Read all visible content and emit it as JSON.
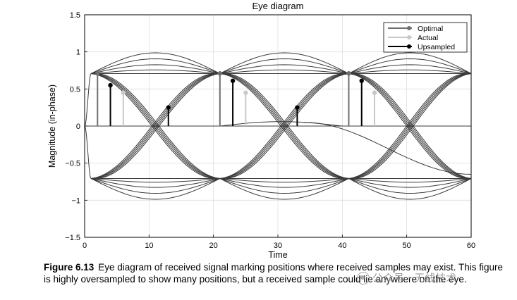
{
  "chart_data": {
    "type": "line",
    "title": "Eye diagram",
    "xlabel": "Time",
    "ylabel": "Magnitude (in-phase)",
    "xlim": [
      0,
      60
    ],
    "ylim": [
      -1.5,
      1.5
    ],
    "xticks": [
      0,
      10,
      20,
      30,
      40,
      50,
      60
    ],
    "yticks": [
      1.5,
      1,
      0.5,
      0,
      -0.5,
      -1,
      -1.5
    ],
    "ytick_labels": [
      "1.5",
      "1",
      "0.5",
      "0",
      "−0.5",
      "−1",
      "−1.5"
    ],
    "grid": true,
    "legend_position": "top-right",
    "symbol_boundaries": [
      1,
      21,
      41,
      61
    ],
    "symbol_levels": [
      0.7071,
      -0.7071
    ],
    "series": [
      {
        "name": "Optimal",
        "color": "#6e6e6e",
        "style": "stem",
        "points": [
          {
            "x": 2,
            "y": 0.71
          },
          {
            "x": 21,
            "y": 0.71
          },
          {
            "x": 41,
            "y": 0.71
          }
        ]
      },
      {
        "name": "Actual",
        "color": "#c8c8c8",
        "style": "stem",
        "points": [
          {
            "x": 6,
            "y": 0.45
          },
          {
            "x": 25,
            "y": 0.45
          },
          {
            "x": 45,
            "y": 0.45
          }
        ]
      },
      {
        "name": "Upsampled",
        "color": "#000000",
        "style": "stem",
        "points": [
          {
            "x": 4,
            "y": 0.55
          },
          {
            "x": 13,
            "y": 0.25
          },
          {
            "x": 23,
            "y": 0.61
          },
          {
            "x": 33,
            "y": 0.25
          },
          {
            "x": 43,
            "y": 0.61
          }
        ]
      }
    ]
  },
  "caption": {
    "label": "Figure 6.13",
    "text": "Eye diagram of received signal marking positions where received samples may exist. This figure is highly oversampled to show many positions, but a received sample could lie anywhere on the eye."
  },
  "watermark": {
    "text": "公众号 · 无线技术"
  }
}
